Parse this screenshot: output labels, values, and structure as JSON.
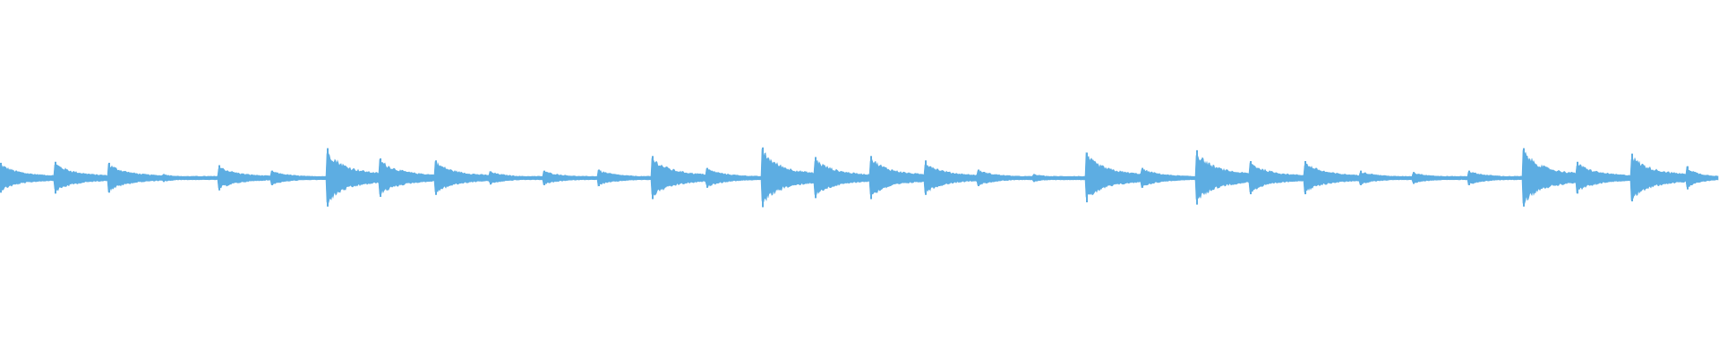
{
  "waveform": {
    "color": "#5dade2",
    "background": "#ffffff",
    "onsets": [
      {
        "t": 0.0,
        "a": 0.45
      },
      {
        "t": 0.032,
        "a": 0.48
      },
      {
        "t": 0.063,
        "a": 0.45
      },
      {
        "t": 0.095,
        "a": 0.12
      },
      {
        "t": 0.127,
        "a": 0.38
      },
      {
        "t": 0.158,
        "a": 0.22
      },
      {
        "t": 0.19,
        "a": 0.88
      },
      {
        "t": 0.221,
        "a": 0.58
      },
      {
        "t": 0.253,
        "a": 0.52
      },
      {
        "t": 0.285,
        "a": 0.2
      },
      {
        "t": 0.316,
        "a": 0.22
      },
      {
        "t": 0.348,
        "a": 0.25
      },
      {
        "t": 0.379,
        "a": 0.65
      },
      {
        "t": 0.411,
        "a": 0.3
      },
      {
        "t": 0.443,
        "a": 0.9
      },
      {
        "t": 0.474,
        "a": 0.62
      },
      {
        "t": 0.506,
        "a": 0.65
      },
      {
        "t": 0.538,
        "a": 0.52
      },
      {
        "t": 0.569,
        "a": 0.25
      },
      {
        "t": 0.601,
        "a": 0.12
      },
      {
        "t": 0.632,
        "a": 0.75
      },
      {
        "t": 0.664,
        "a": 0.3
      },
      {
        "t": 0.696,
        "a": 0.82
      },
      {
        "t": 0.727,
        "a": 0.5
      },
      {
        "t": 0.759,
        "a": 0.5
      },
      {
        "t": 0.791,
        "a": 0.22
      },
      {
        "t": 0.822,
        "a": 0.18
      },
      {
        "t": 0.854,
        "a": 0.22
      },
      {
        "t": 0.886,
        "a": 0.88
      },
      {
        "t": 0.917,
        "a": 0.48
      },
      {
        "t": 0.949,
        "a": 0.72
      },
      {
        "t": 0.981,
        "a": 0.35
      }
    ]
  }
}
